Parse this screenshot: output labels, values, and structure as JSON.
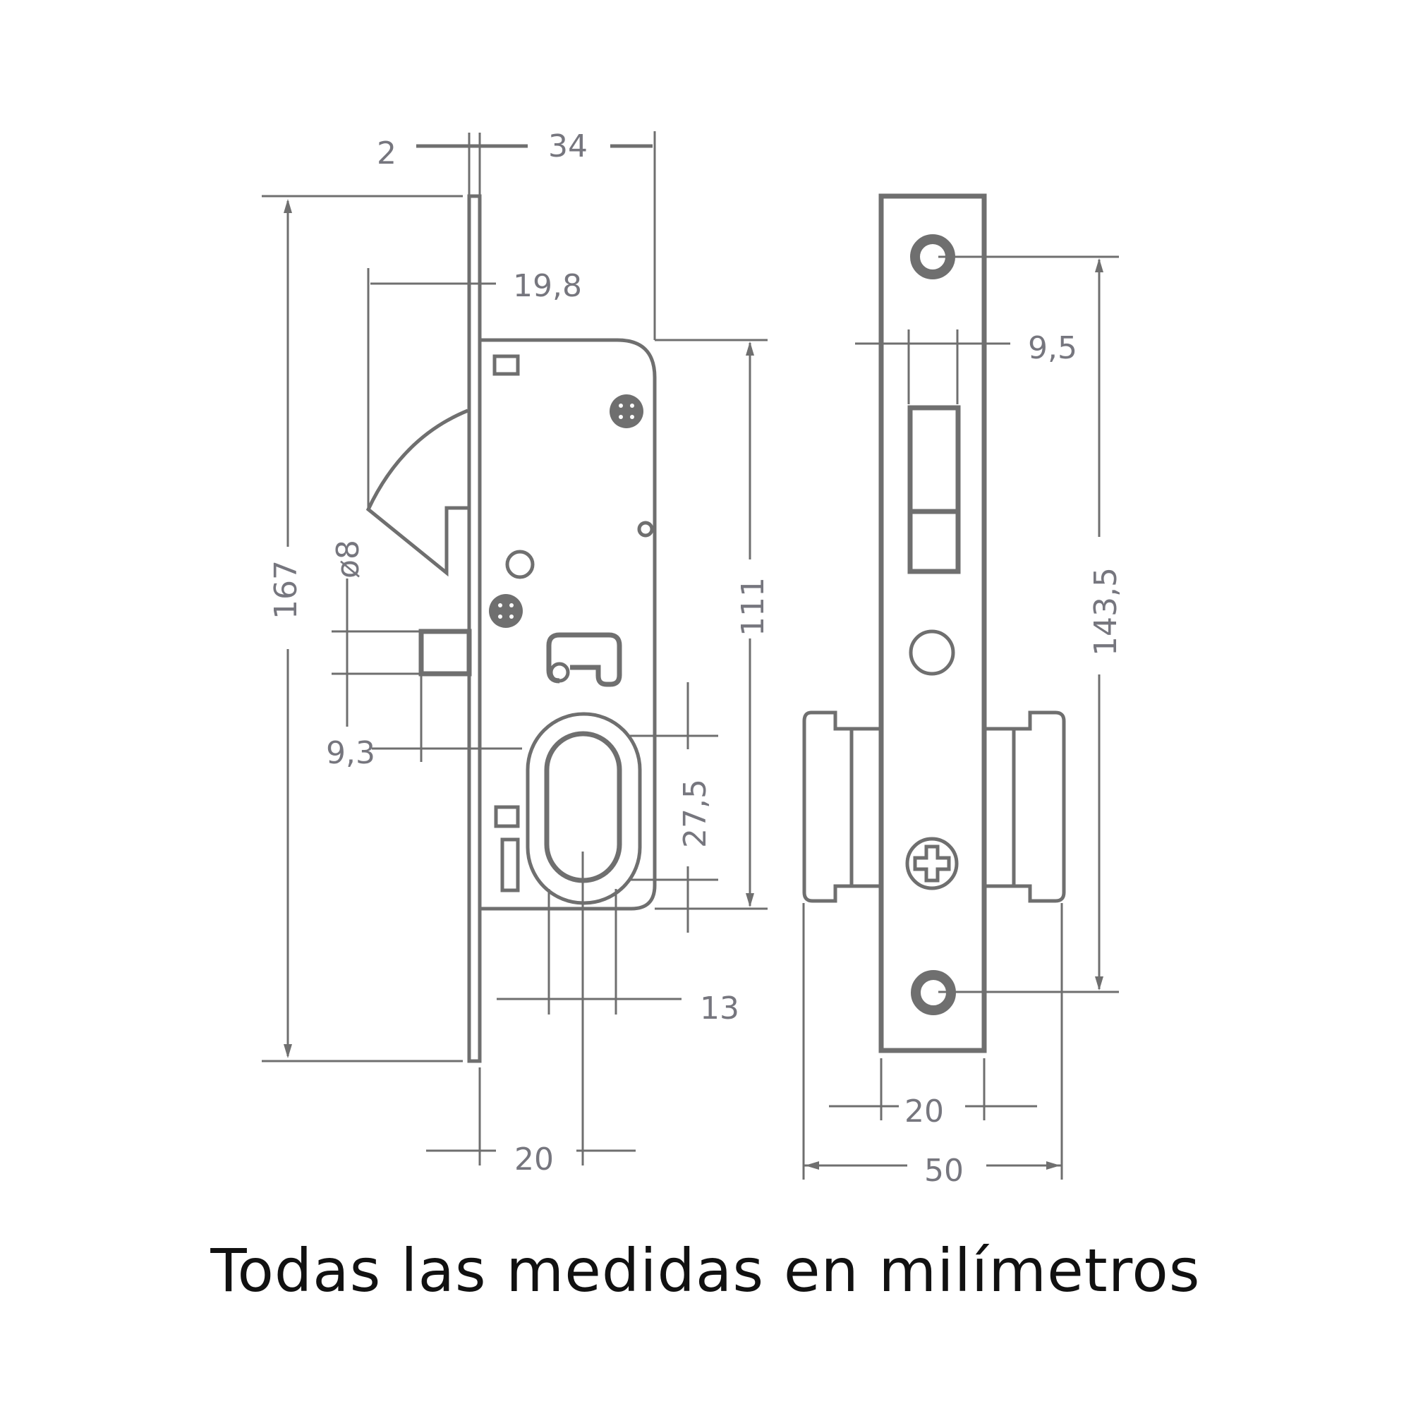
{
  "caption": "Todas las medidas en milímetros",
  "colors": {
    "line": "#6f6f6f",
    "dimension_text": "#76767e",
    "caption_text": "#111111",
    "background": "#ffffff"
  },
  "side_view": {
    "dimensions": {
      "faceplate_thickness": "2",
      "backset_depth": "34",
      "latch_projection": "19,8",
      "faceplate_height": "167",
      "bolt_diameter": "ø8",
      "bolt_offset": "9,3",
      "case_height": "111",
      "cylinder_height": "27,5",
      "cylinder_width": "13",
      "backset": "20"
    }
  },
  "front_view": {
    "dimensions": {
      "latch_width": "9,5",
      "screw_spacing": "143,5",
      "faceplate_width": "20",
      "overall_width": "50"
    }
  }
}
